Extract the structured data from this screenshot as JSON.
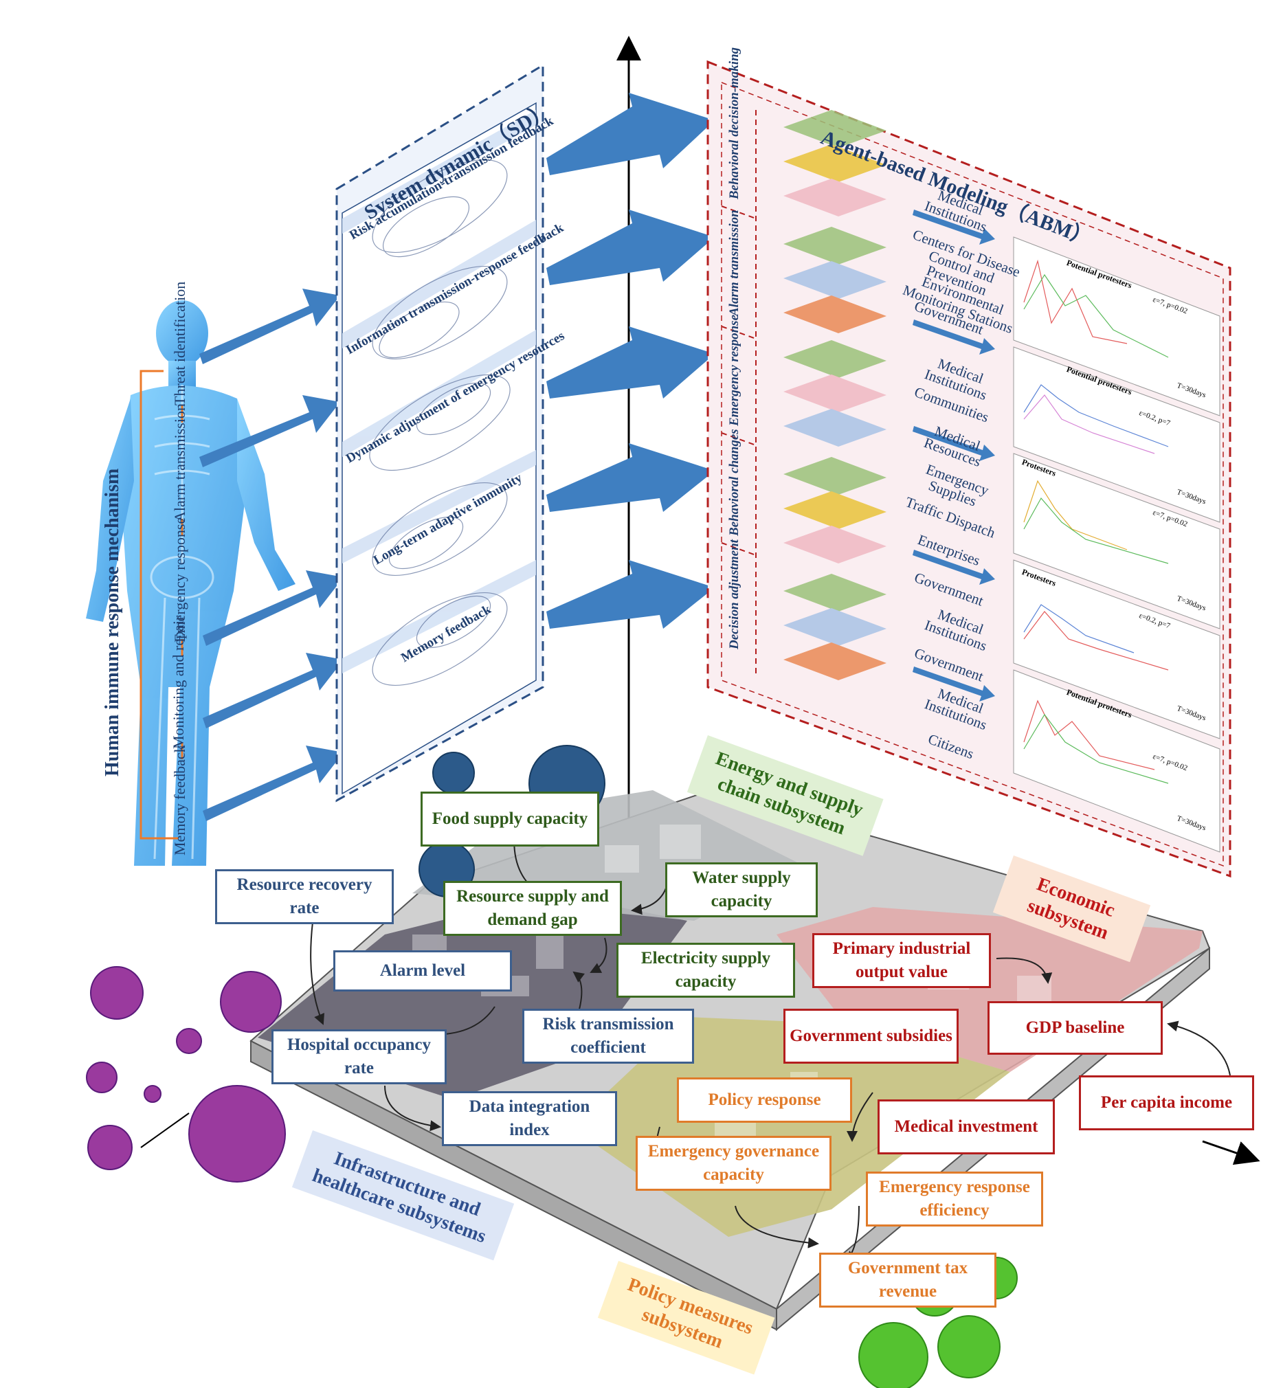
{
  "human": {
    "title": "Human immune response mechanism",
    "steps": [
      "Threat identification",
      "Alarm transmission",
      "Emergency response",
      "Monitoring and repair",
      "Memory feedback"
    ]
  },
  "sd": {
    "title": "System dynamic（SD）",
    "sections": [
      "Risk accumulation-transmission feedback",
      "Information transmission-response feedback",
      "Dynamic adjustment of emergency resources",
      "Long-term adaptive immunity",
      "Memory feedback"
    ]
  },
  "abm": {
    "title": "Agent-based Modeling（ABM）",
    "stages": [
      "Behavioral decision-making",
      "Alarm transmission",
      "Emergency response",
      "Behavioral changes",
      "Decision adjustment"
    ],
    "actors": [
      "Medical Institutions",
      "Centers for Disease Control and Prevention",
      "Environmental Monitoring Stations",
      "Government",
      "Medical Institutions",
      "Communities",
      "Medical Resources",
      "Emergency Supplies",
      "Traffic Dispatch",
      "Enterprises",
      "Government",
      "Medical Institutions",
      "Government",
      "Medical Institutions",
      "Citizens"
    ],
    "chart_labels": [
      "Potential protesters",
      "Potential protesters",
      "Protesters",
      "Protesters",
      "Potential protesters"
    ],
    "time_label": "T=30days",
    "params": [
      "ε=7, p=0.02",
      "ε=0.2, p=7",
      "ε=7, p=0.02",
      "ε=0.2, p=7",
      "ε=7, p=0.02"
    ]
  },
  "subsystems": {
    "energy": "Energy and supply chain subsystem",
    "economic": "Economic subsystem",
    "infrastructure": "Infrastructure and healthcare subsystems",
    "policy": "Policy measures subsystem"
  },
  "nodes": {
    "food": "Food supply capacity",
    "water": "Water supply capacity",
    "gap": "Resource supply and demand gap",
    "electricity": "Electricity supply capacity",
    "recovery": "Resource recovery rate",
    "alarm": "Alarm level",
    "risk": "Risk transmission coefficient",
    "hospital": "Hospital occupancy rate",
    "data": "Data integration index",
    "primary": "Primary industrial output value",
    "gdp": "GDP baseline",
    "subsidies": "Government subsidies",
    "percapita": "Per capita income",
    "medical": "Medical investment",
    "policy_resp": "Policy response",
    "gov_cap": "Emergency governance capacity",
    "resp_eff": "Emergency response efficiency",
    "tax": "Government tax revenue"
  },
  "colors": {
    "sd": "#1f3e6e",
    "abm": "#b41e1e",
    "arrow": "#4a86c5",
    "body": "#4fb3ee"
  }
}
